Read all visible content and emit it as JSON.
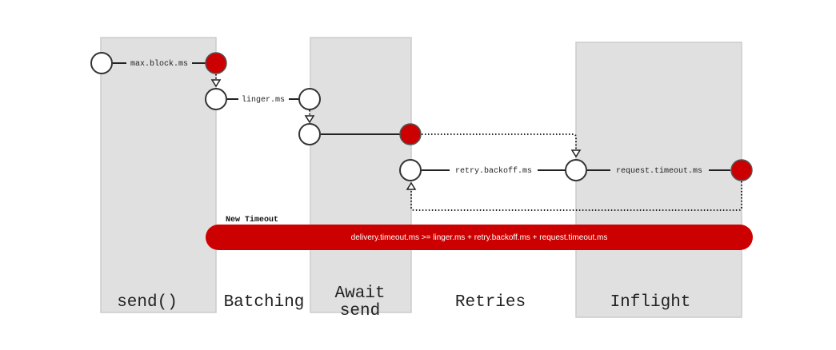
{
  "zones": {
    "send": "send()",
    "batching": "Batching",
    "await_send_line1": "Await",
    "await_send_line2": "send",
    "retries": "Retries",
    "inflight": "Inflight"
  },
  "edges": {
    "max_block": "max.block.ms",
    "linger": "linger.ms",
    "retry_backoff": "retry.backoff.ms",
    "request_timeout": "request.timeout.ms"
  },
  "banner": {
    "caption": "New Timeout",
    "text": "delivery.timeout.ms >= linger.ms + retry.backoff.ms + request.timeout.ms",
    "color": "#cc0000"
  },
  "colors": {
    "zone": "#e0e0e0",
    "node_red": "#cc0000"
  }
}
